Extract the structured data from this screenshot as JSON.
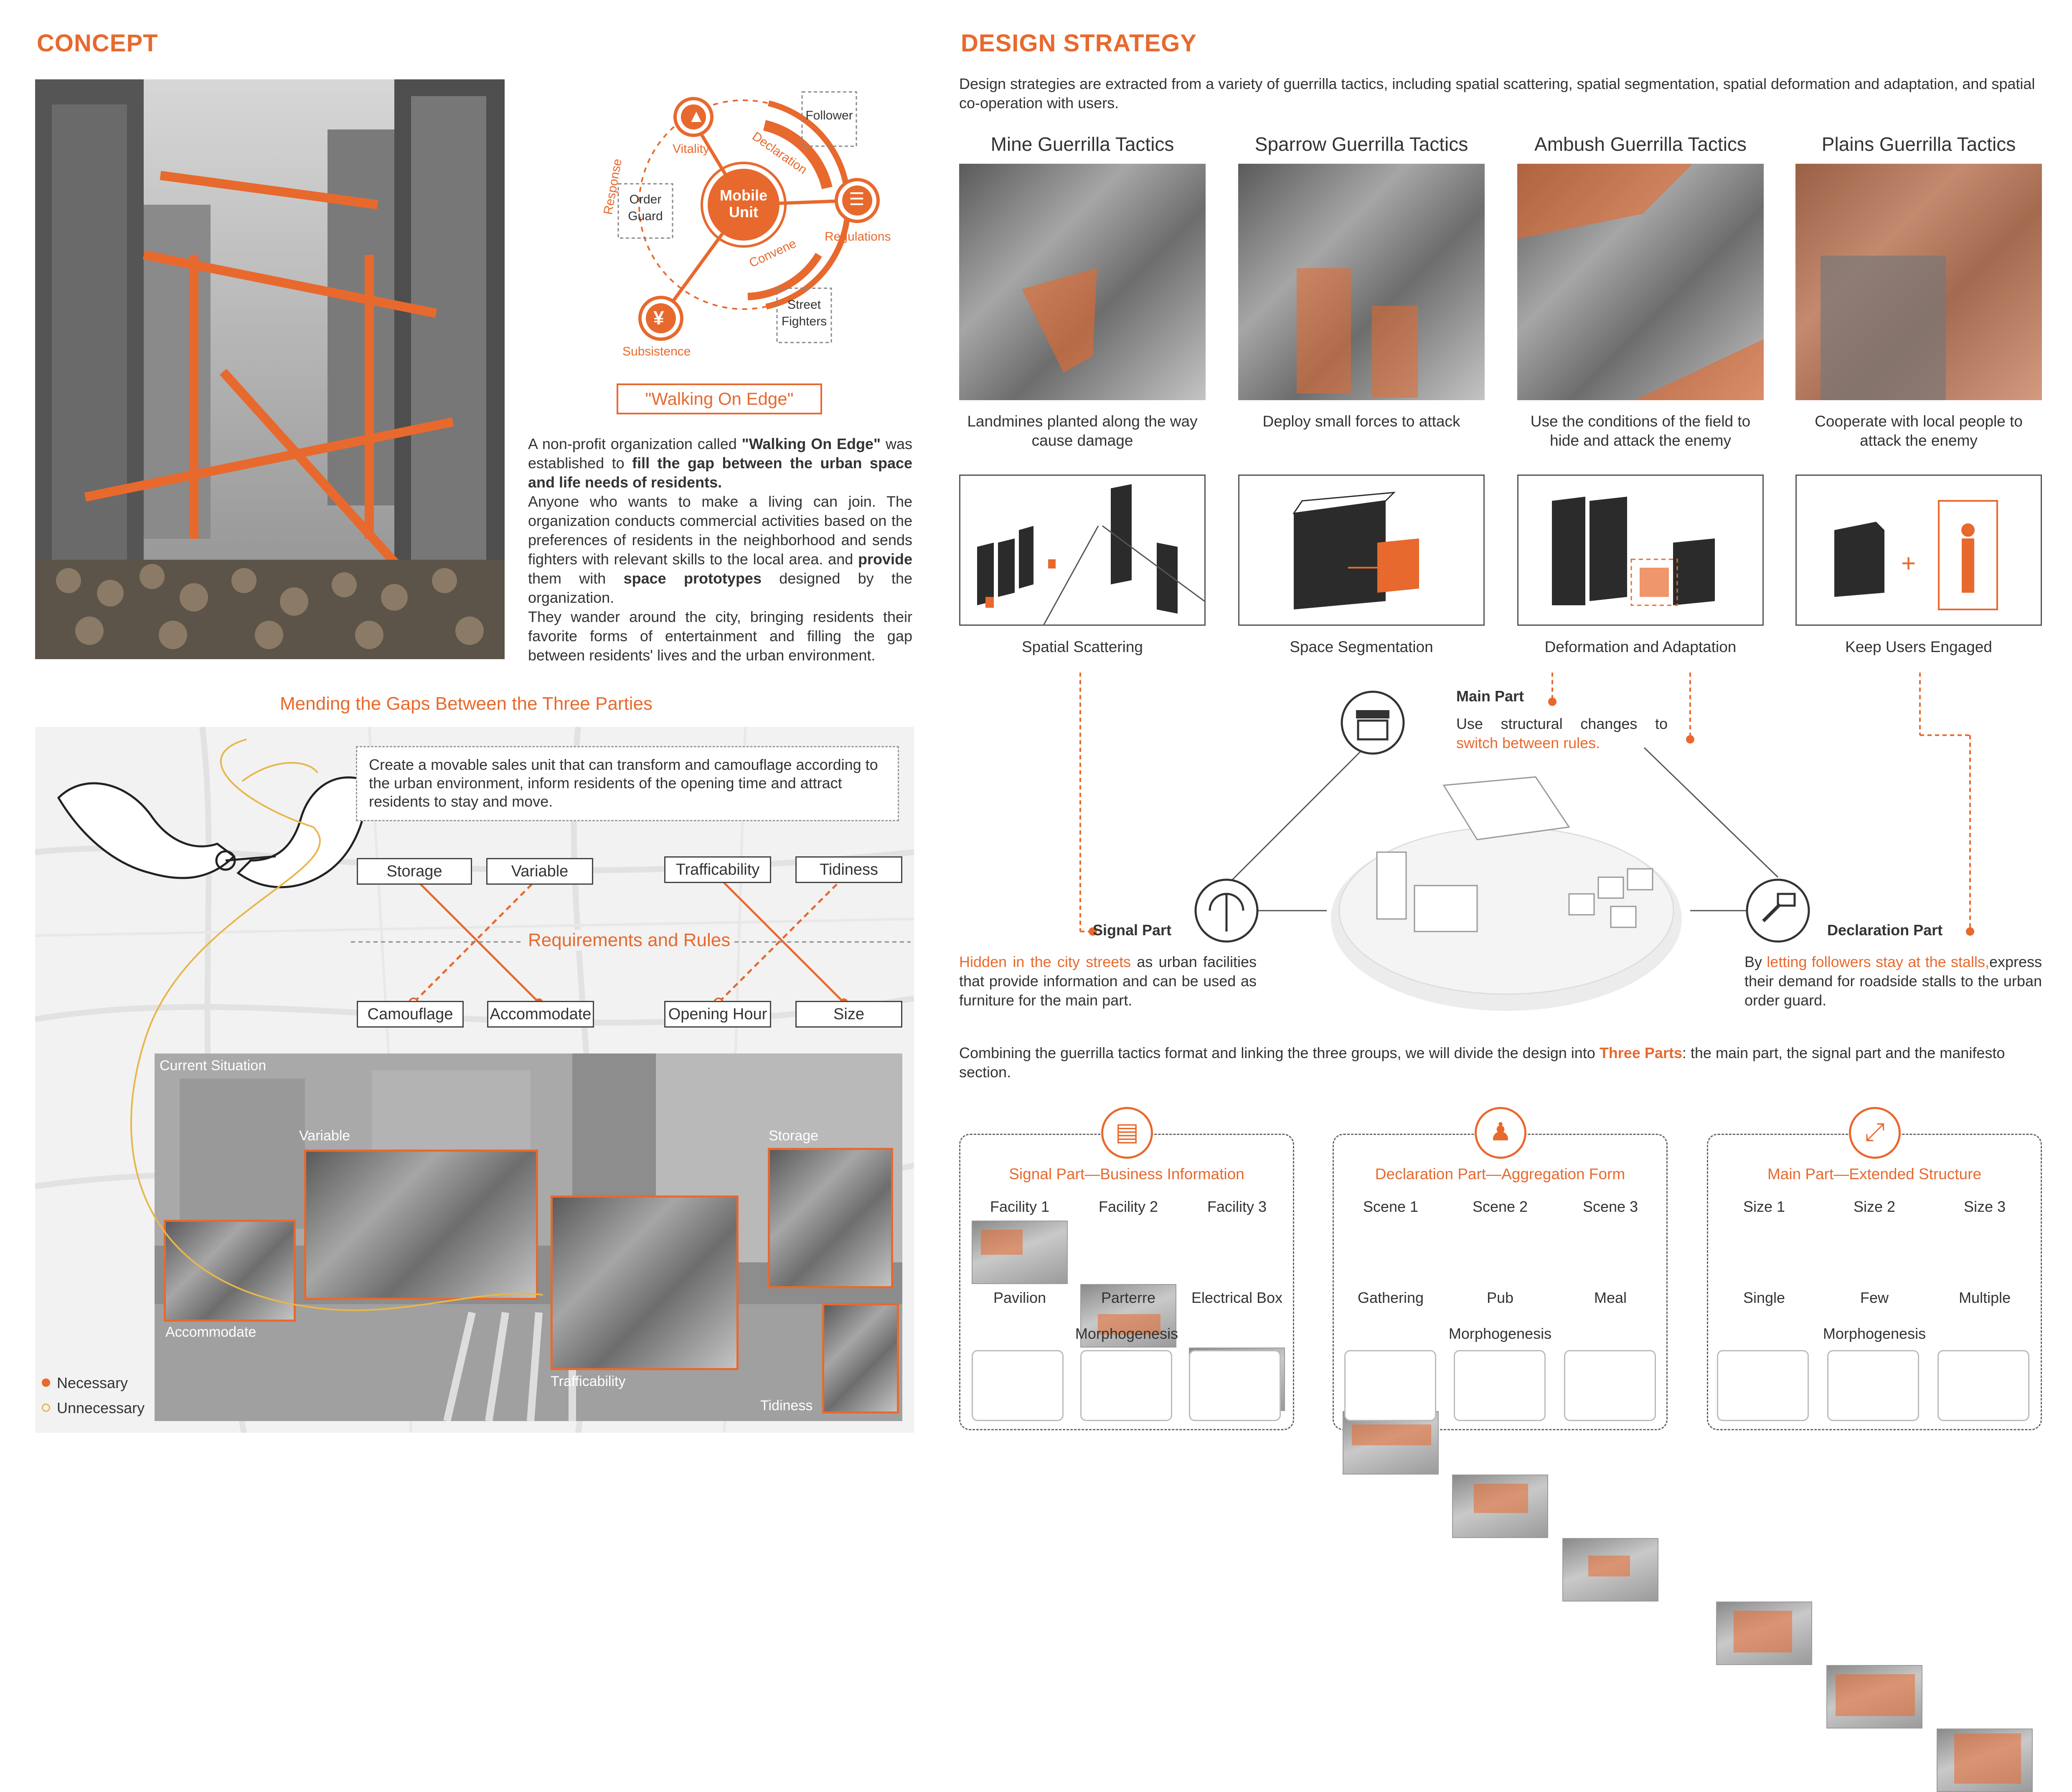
{
  "concept": {
    "title": "CONCEPT",
    "wheel": {
      "center": "Mobile Unit",
      "vitality": "Vitality",
      "regulations": "Regulations",
      "subsistence": "Subsistence",
      "declaration": "Declaration",
      "response": "Response",
      "convene": "Convene",
      "follower": "Follower",
      "order_guard": "Order Guard",
      "street_fighters": "Street Fighters"
    },
    "org_name_box": "\"Walking On Edge\"",
    "paragraph_parts": {
      "p1a": "A non-profit organization called ",
      "p1b": "\"Walking On Edge\"",
      "p1c": " was established to ",
      "p1d": "fill the gap between the urban space and life needs of residents.",
      "p2a": "Anyone who wants to make a living can join. The organization conducts commercial activities based on the preferences of residents in the neighborhood and sends fighters with relevant skills to the local area. and ",
      "p2b": "provide",
      "p2c": " them with ",
      "p2d": "space prototypes",
      "p2e": " designed by the organization.",
      "p3": "They wander around the city, bringing residents their favorite forms of entertainment and filling the gap between residents' lives and the urban environment."
    }
  },
  "mending": {
    "title": "Mending the Gaps Between the Three Parties",
    "description": "Create a movable sales unit that can transform and camouflage according to the urban environment, inform residents of the opening time and attract residents to stay and move.",
    "requirements_title": "Requirements and Rules",
    "tags": {
      "storage": "Storage",
      "variable": "Variable",
      "trafficability": "Trafficability",
      "tidiness": "Tidiness",
      "camouflage": "Camouflage",
      "accommodate": "Accommodate",
      "opening_hour": "Opening Hour",
      "size": "Size"
    },
    "photo_labels": {
      "current": "Current Situation",
      "variable": "Variable",
      "storage": "Storage",
      "accommodate": "Accommodate",
      "trafficability": "Trafficability",
      "tidiness": "Tidiness"
    },
    "legend": {
      "necessary": "Necessary",
      "unnecessary": "Unnecessary"
    }
  },
  "strategy": {
    "title": "DESIGN STRATEGY",
    "intro": "Design strategies are extracted from a variety of guerrilla tactics, including spatial scattering, spatial segmentation, spatial deformation and adaptation, and spatial co-operation with users.",
    "tactics": [
      {
        "title": "Mine Guerrilla Tactics",
        "caption": "Landmines planted along the way cause damage",
        "diagram": "Spatial Scattering"
      },
      {
        "title": "Sparrow Guerrilla Tactics",
        "caption": "Deploy small forces to attack",
        "diagram": "Space Segmentation"
      },
      {
        "title": "Ambush Guerrilla Tactics",
        "caption": "Use the conditions of the field to hide  and attack the enemy",
        "diagram": "Deformation and Adaptation"
      },
      {
        "title": "Plains Guerrilla Tactics",
        "caption": "Cooperate with local people to attack the enemy",
        "diagram": "Keep Users Engaged"
      }
    ],
    "main_part": {
      "title": "Main Part",
      "text_a": "Use structural changes to ",
      "text_b": "switch between rules."
    },
    "signal_part": {
      "title": "Signal Part",
      "text_a": "Hidden in the city streets",
      "text_b": " as urban facilities that provide information and can be used as furniture for the main part."
    },
    "declaration_part": {
      "title": "Declaration Part",
      "text_a": "By ",
      "text_b": "letting followers stay at the stalls,",
      "text_c": "express their demand for roadside stalls to the urban order guard."
    },
    "combining_a": "Combining the guerrilla tactics format and linking the three groups, we will divide the design into ",
    "combining_b": "Three Parts",
    "combining_c": ": the main part, the signal part and the manifesto section.",
    "morphogenesis": "Morphogenesis",
    "cards": [
      {
        "title": "Signal Part—Business Information",
        "cols": [
          "Facility 1",
          "Facility 2",
          "Facility 3"
        ],
        "labels": [
          "Pavilion",
          "Parterre",
          "Electrical Box"
        ]
      },
      {
        "title": "Declaration Part—Aggregation Form",
        "cols": [
          "Scene 1",
          "Scene 2",
          "Scene 3"
        ],
        "labels": [
          "Gathering",
          "Pub",
          "Meal"
        ]
      },
      {
        "title": "Main Part—Extended Structure",
        "cols": [
          "Size 1",
          "Size 2",
          "Size 3"
        ],
        "labels": [
          "Single",
          "Few",
          "Multiple"
        ]
      }
    ]
  },
  "colors": {
    "accent": "#e8692d",
    "text": "#333333"
  }
}
